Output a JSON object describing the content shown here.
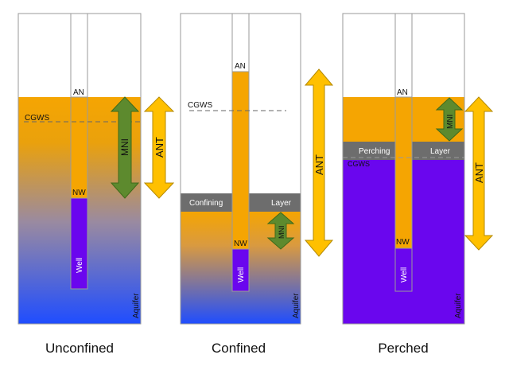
{
  "colors": {
    "orange": "#f5a502",
    "blue": "#1f4dff",
    "purple": "#6a06ee",
    "green": "#5d8a2e",
    "gray": "#6d6d6d",
    "arrow_yellow": "#ffc000"
  },
  "panels": {
    "unconfined": {
      "caption": "Unconfined",
      "an": "AN",
      "nw": "NW",
      "cgws": "CGWS",
      "mni": "MNI",
      "ant": "ANT",
      "well": "Well",
      "aquifer": "Aquifer"
    },
    "confined": {
      "caption": "Confined",
      "an": "AN",
      "nw": "NW",
      "cgws": "CGWS",
      "mni": "MNI",
      "ant": "ANT",
      "well": "Well",
      "aquifer": "Aquifer",
      "layer_left": "Confining",
      "layer_right": "Layer"
    },
    "perched": {
      "caption": "Perched",
      "an": "AN",
      "nw": "NW",
      "cgws": "CGWS",
      "mni": "MNI",
      "ant": "ANT",
      "well": "Well",
      "aquifer": "Aquifer",
      "layer_left": "Perching",
      "layer_right": "Layer"
    }
  }
}
